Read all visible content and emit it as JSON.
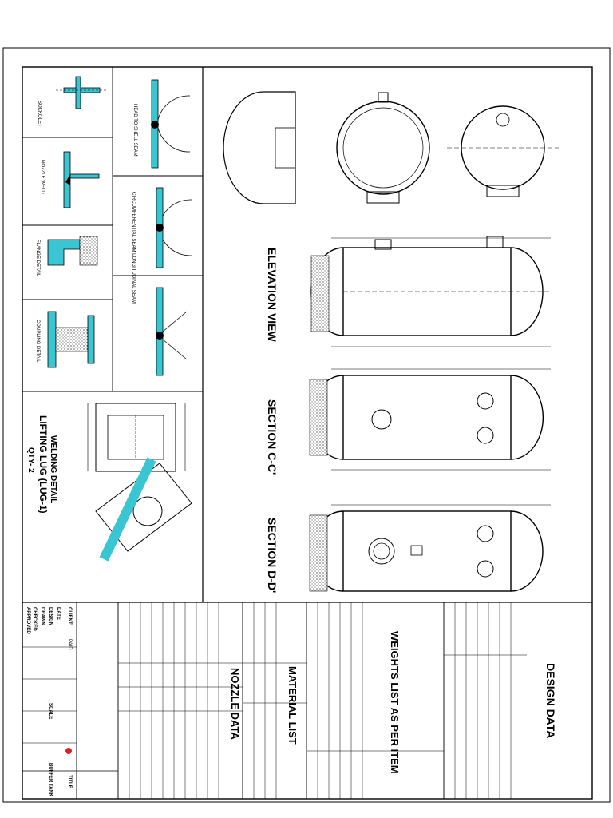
{
  "views": {
    "elevation": "ELEVATION VIEW",
    "section_c": "SECTION C-C'",
    "section_d": "SECTION D-D'"
  },
  "lifting_lug": {
    "title": "LIFTING LUG (LUG-1)",
    "qty": "QTY- 2",
    "subtitle": "WELDING DETAIL"
  },
  "details": {
    "shell_seam": "HEAD TO SHELL SEAM",
    "long_seam": "CIRCUMFERENTIAL SEAM LONGITUDINAL SEAM"
  },
  "tables": {
    "design_data": {
      "title": "DESIGN DATA"
    },
    "weights": {
      "title": "WEIGHTS LIST AS PER ITEM"
    },
    "material": {
      "title": "MATERIAL LIST"
    },
    "nozzle": {
      "title": "NOZZLE DATA"
    }
  },
  "title_block": {
    "client_label": "CLIENT:",
    "client_value": "PAID",
    "date_label": "DATE",
    "design_label": "DESIGN",
    "drawn_label": "DRAWN",
    "checked_label": "CHECKED",
    "approved_label": "APPROVED",
    "title_label": "TITLE",
    "title_value": "BUFFER TANK",
    "scale_label": "SCALE"
  },
  "colors": {
    "accent": "#39c6d2",
    "line": "#000000",
    "logo": "#e02020"
  }
}
